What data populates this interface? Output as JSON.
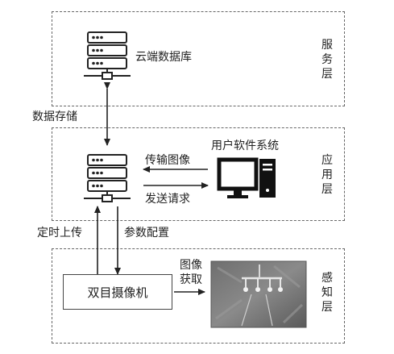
{
  "layers": {
    "service": "服务层",
    "application": "应用层",
    "perception": "感知层"
  },
  "nodes": {
    "cloud_db": "云端数据库",
    "user_software": "用户软件系统",
    "camera": "双目摄像机"
  },
  "edges": {
    "data_storage": "数据存储",
    "transfer_image": "传输图像",
    "send_request": "发送请求",
    "timed_upload": "定时上传",
    "param_config": "参数配置",
    "image_acquire": "图像获取"
  }
}
